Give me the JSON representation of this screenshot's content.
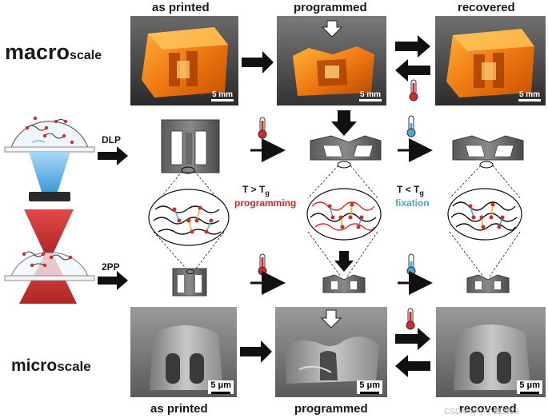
{
  "headers": {
    "top": [
      "as printed",
      "programmed",
      "recovered"
    ],
    "bottom": [
      "as printed",
      "programmed",
      "recovered"
    ]
  },
  "scales": {
    "macro_main": "macro",
    "macro_sub": "scale",
    "micro_main": "micro",
    "micro_sub": "scale"
  },
  "scale_bars": {
    "macro": "5 mm",
    "micro": "5 μm"
  },
  "methods": {
    "dlp": "DLP",
    "tpp": "2PP"
  },
  "conditions": {
    "programming_cond": "T > T",
    "programming_sub": "g",
    "programming_label": "programming",
    "fixation_cond": "T < T",
    "fixation_sub": "g",
    "fixation_label": "fixation"
  },
  "watermark": "CSDN @小小白2333",
  "colors": {
    "programming": "#d7262e",
    "fixation": "#4aa8d8",
    "resin": "#f08a1c",
    "sem": "#8a8a8a",
    "arrow": "#111111",
    "light_blue": "#5fb6ea",
    "laser_red": "#d42a2a"
  },
  "icons": [
    "thermometer-hot-icon",
    "thermometer-cold-icon",
    "compression-arrow-icon",
    "two-way-arrow-icon"
  ]
}
